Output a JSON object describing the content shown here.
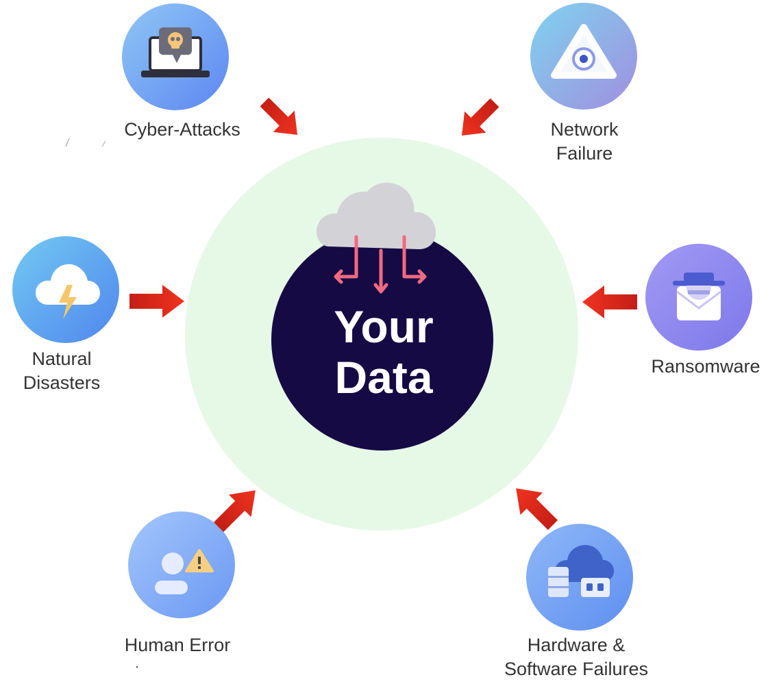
{
  "center": {
    "title_line1": "Your",
    "title_line2": "Data"
  },
  "threats": [
    {
      "label": "Cyber-Attacks",
      "icon": "laptop-skull-icon"
    },
    {
      "label_line1": "Network",
      "label_line2": "Failure",
      "icon": "network-gear-icon"
    },
    {
      "label_line1": "Natural",
      "label_line2": "Disasters",
      "icon": "storm-cloud-icon"
    },
    {
      "label": "Ransomware",
      "icon": "hacker-envelope-icon"
    },
    {
      "label": "Human Error",
      "icon": "person-warning-icon"
    },
    {
      "label_line1": "Hardware &",
      "label_line2": "Software Failures",
      "icon": "server-cloud-icon"
    }
  ],
  "colors": {
    "outer_ring": "#e6f8e6",
    "core": "#160a45",
    "arrow": "#e0231b",
    "icon_blue": "#6e9cf7",
    "label_text": "#333333"
  }
}
